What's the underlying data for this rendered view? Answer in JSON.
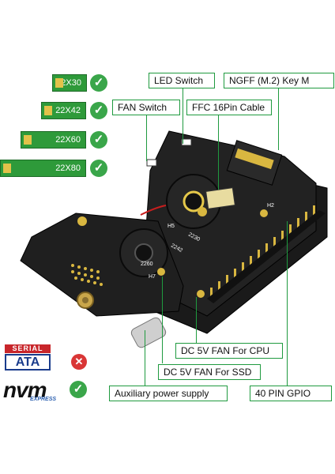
{
  "ssd_sizes": [
    {
      "label": "22X30"
    },
    {
      "label": "22X42"
    },
    {
      "label": "22X60"
    },
    {
      "label": "22X80"
    }
  ],
  "callouts": {
    "led_switch": "LED  Switch",
    "ngff": "NGFF  (M.2)  Key  M",
    "fan_switch": "FAN  Switch",
    "ffc": "FFC  16Pin  Cable",
    "dc_fan_cpu": "DC  5V  FAN  For  CPU",
    "dc_fan_ssd": "DC  5V  FAN  For  SSD",
    "aux_power": "Auxiliary  power  supply",
    "gpio": "40  PIN  GPIO"
  },
  "board_marks": {
    "mark_2230": "2230",
    "mark_2242": "2242",
    "mark_2260": "2260",
    "mark_h5": "H5",
    "mark_h7": "H7",
    "mark_h2": "H2"
  },
  "logos": {
    "sata_top": "SERIAL",
    "sata_main": "ATA",
    "nvm_word": "nvm",
    "nvm_sub": "EXPRESS"
  },
  "colors": {
    "accent_green": "#1f9a3f",
    "ssd_green": "#2e9a3a",
    "check_green": "#3aa64a",
    "cross_red": "#d93636",
    "board_black": "#1d1d1d",
    "gold": "#d9b740"
  },
  "icons": {
    "check": "check-circle-icon",
    "cross": "cross-circle-icon"
  }
}
